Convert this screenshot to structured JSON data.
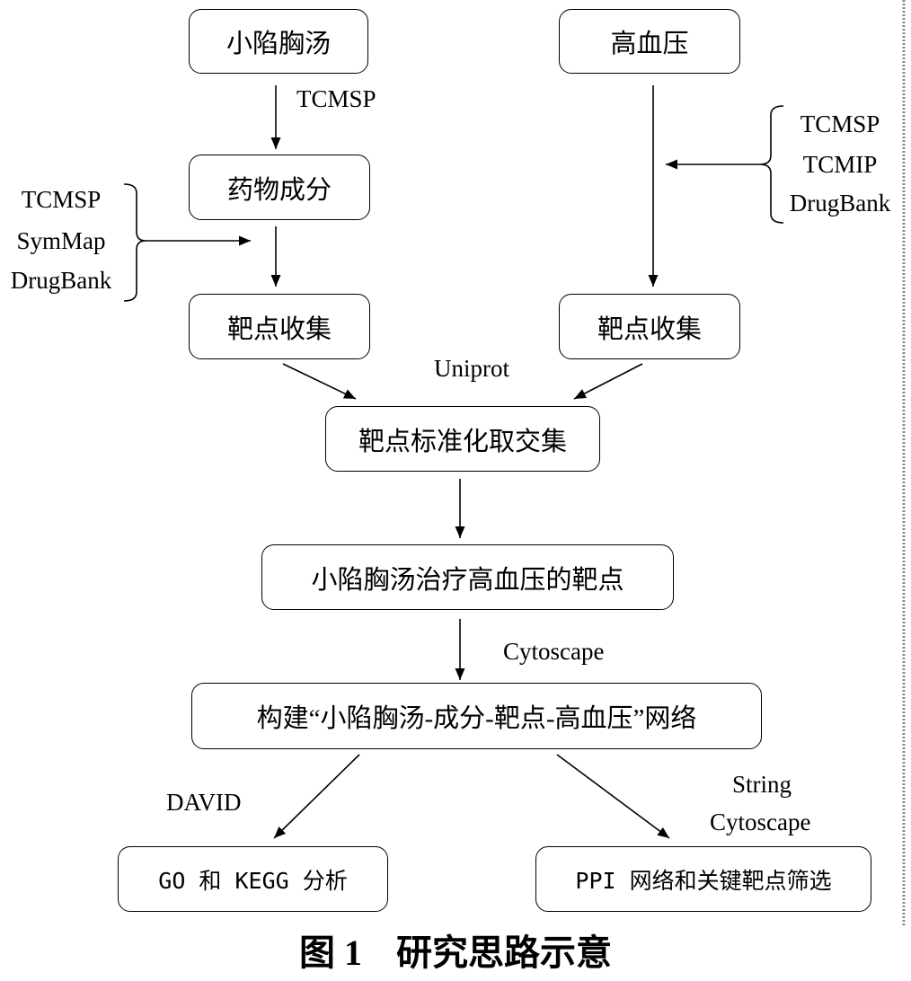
{
  "nodes": {
    "xiaoxianxiongtang": "小陷胸汤",
    "hypertension": "高血压",
    "drug_components": "药物成分",
    "target_collection_left": "靶点收集",
    "target_collection_right": "靶点收集",
    "standardize_intersect": "靶点标准化取交集",
    "treatment_targets": "小陷胸汤治疗高血压的靶点",
    "build_network": "构建“小陷胸汤-成分-靶点-高血压”网络",
    "go_kegg": "GO 和 KEGG 分析",
    "ppi": "PPI 网络和关键靶点筛选"
  },
  "edge_labels": {
    "tcmsp_top": "TCMSP",
    "uniprot": "Uniprot",
    "cytoscape_mid": "Cytoscape",
    "david": "DAVID",
    "string": "String",
    "cytoscape_right": "Cytoscape"
  },
  "left_sources": [
    "TCMSP",
    "SymMap",
    "DrugBank"
  ],
  "right_sources": [
    "TCMSP",
    "TCMIP",
    "DrugBank"
  ],
  "caption": {
    "figure_number": "图 1",
    "title": "研究思路示意"
  }
}
